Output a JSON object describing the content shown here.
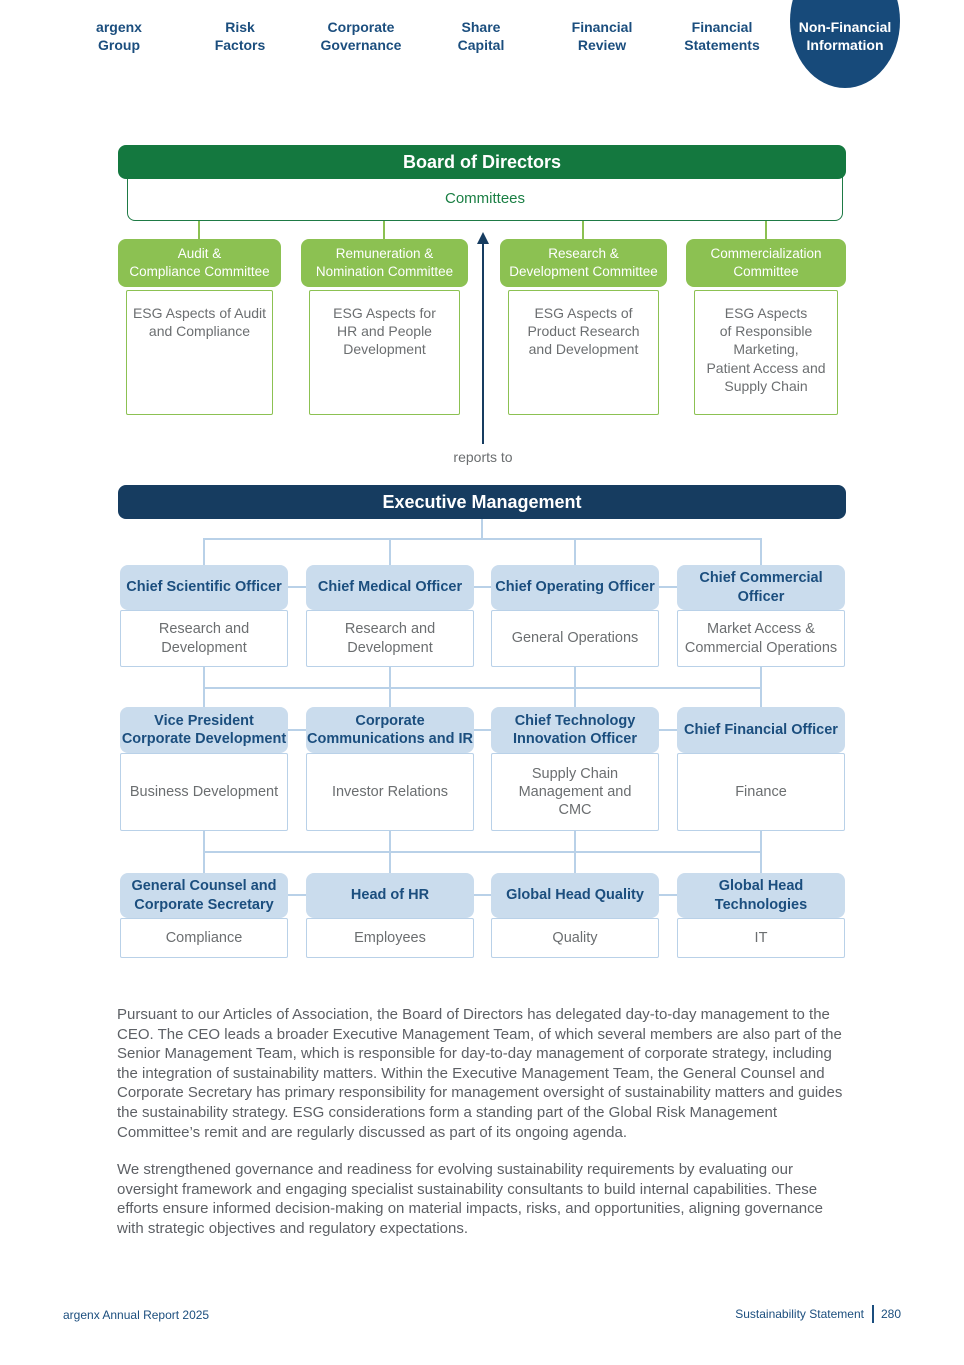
{
  "nav": {
    "items": [
      {
        "label": "argenx\nGroup"
      },
      {
        "label": "Risk\nFactors"
      },
      {
        "label": "Corporate\nGovernance"
      },
      {
        "label": "Share\nCapital"
      },
      {
        "label": "Financial\nReview"
      },
      {
        "label": "Financial\nStatements"
      },
      {
        "label": "Non-Financial\nInformation",
        "active": true
      }
    ]
  },
  "org": {
    "board_title": "Board of Directors",
    "committees_label": "Committees",
    "reports_to": "reports to",
    "committees": [
      {
        "name": "Audit &\nCompliance Committee",
        "esg": "ESG Aspects of Audit\nand Compliance"
      },
      {
        "name": "Remuneration &\nNomination Committee",
        "esg": "ESG Aspects for\nHR and People\nDevelopment"
      },
      {
        "name": "Research &\nDevelopment Committee",
        "esg": "ESG Aspects of\nProduct Research\nand Development"
      },
      {
        "name": "Commercialization\nCommittee",
        "esg": "ESG Aspects\nof Responsible\nMarketing,\nPatient Access and\nSupply Chain"
      }
    ],
    "exec_title": "Executive Management",
    "exec_rows": [
      [
        {
          "role": "Chief Scientific Officer",
          "area": "Research and\nDevelopment"
        },
        {
          "role": "Chief Medical Officer",
          "area": "Research and\nDevelopment"
        },
        {
          "role": "Chief Operating Officer",
          "area": "General Operations"
        },
        {
          "role": "Chief Commercial Officer",
          "area": "Market Access &\nCommercial Operations"
        }
      ],
      [
        {
          "role": "Vice President\nCorporate Development",
          "area": "Business Development"
        },
        {
          "role": "Corporate\nCommunications and IR",
          "area": "Investor Relations"
        },
        {
          "role": "Chief Technology\nInnovation Officer",
          "area": "Supply Chain\nManagement and\nCMC"
        },
        {
          "role": "Chief Financial Officer",
          "area": "Finance"
        }
      ],
      [
        {
          "role": "General Counsel and\nCorporate Secretary",
          "area": "Compliance"
        },
        {
          "role": "Head of HR",
          "area": "Employees"
        },
        {
          "role": "Global Head Quality",
          "area": "Quality"
        },
        {
          "role": "Global Head Technologies",
          "area": "IT"
        }
      ]
    ]
  },
  "text": {
    "p1": "Pursuant to our Articles of Association, the Board of Directors has delegated day-to-day management to the CEO. The CEO leads a broader Executive Management Team, of which several members are also part of the Senior Management Team, which is responsible for day-to-day management of corporate strategy, including the integration of sustainability matters. Within the Executive Management Team, the General Counsel and Corporate Secretary has primary responsibility for management oversight of sustainability matters and guides the sustainability strategy. ESG considerations form a standing part of the Global Risk Management Committee’s remit and are regularly discussed as part of its ongoing agenda.",
    "p2": "We strengthened governance and readiness for evolving sustainability requirements by evaluating our oversight framework and engaging specialist sustainability consultants to build internal capabilities. These efforts ensure informed decision-making on material impacts, risks, and opportunities, aligning governance with strategic objectives and regulatory expectations."
  },
  "footer": {
    "left": "argenx Annual Report 2025",
    "doc": "Sustainability Statement",
    "page": "280"
  },
  "colors": {
    "green_dark": "#14783f",
    "green_light": "#8cc152",
    "navy_dark": "#163c60",
    "navy_brand": "#174a7a",
    "blue_box": "#cadced",
    "blue_line": "#b9d1e8",
    "text_navy": "#1b4e7e",
    "text_gray": "#5d6065"
  }
}
